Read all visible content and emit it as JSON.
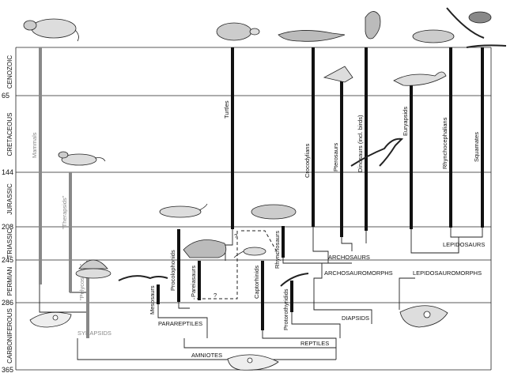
{
  "ages": [
    {
      "label": "365",
      "my": 365
    },
    {
      "label": "286",
      "my": 286
    },
    {
      "label": "245",
      "my": 245
    },
    {
      "label": "208",
      "my": 208
    },
    {
      "label": "144",
      "my": 144
    },
    {
      "label": "65",
      "my": 65
    }
  ],
  "periods": [
    {
      "name": "CARBONIFEROUS",
      "from": 365,
      "to": 286
    },
    {
      "name": "PΕRMIAN",
      "from": 286,
      "to": 245
    },
    {
      "name": "TRIASSIC",
      "from": 245,
      "to": 208
    },
    {
      "name": "JURASSIC",
      "from": 208,
      "to": 144
    },
    {
      "name": "CRETACEOUS",
      "from": 144,
      "to": 65
    },
    {
      "name": "CENOZOIC",
      "from": 65,
      "to": 0
    }
  ],
  "taxa": {
    "mammals": "Mammals",
    "therapsids": "\"Therapsids\"",
    "pelycosaurs": "\"Pelycosaurs\"",
    "mesosaurs": "Mesosaurs",
    "procolophonids": "Procolophonids",
    "pareiasaurs": "Pareiasaurs",
    "turtles": "Turtles",
    "captorhinids": "Captorhinids",
    "protorothyridids": "Protorothyridids",
    "rhynchosaurs": "Rhynchosaurs",
    "crocodylians": "Crocodylians",
    "pterosaurs": "Pterosaurs",
    "dinosaurs": "Dinosaurs (incl. birds)",
    "euryapsids": "Euryapsids",
    "rhynchocephalians": "Rhynchocephalians",
    "squamates": "Squamates"
  },
  "clades": {
    "synapsids": "SYNAPSIDS",
    "parareptiles": "PARAREPTILES",
    "amniotes": "AMNIOTES",
    "reptiles": "REPTILES",
    "diapsids": "DIAPSIDS",
    "archosaurs": "ARCHOSAURS",
    "archosauromorphs": "ARCHOSAUROMORPHS",
    "lepidosaurs": "LEPIDOSAURS",
    "lepidosauromorphs": "LEPIDOSAUROMORPHS"
  },
  "uncertain": [
    "?",
    "?"
  ]
}
